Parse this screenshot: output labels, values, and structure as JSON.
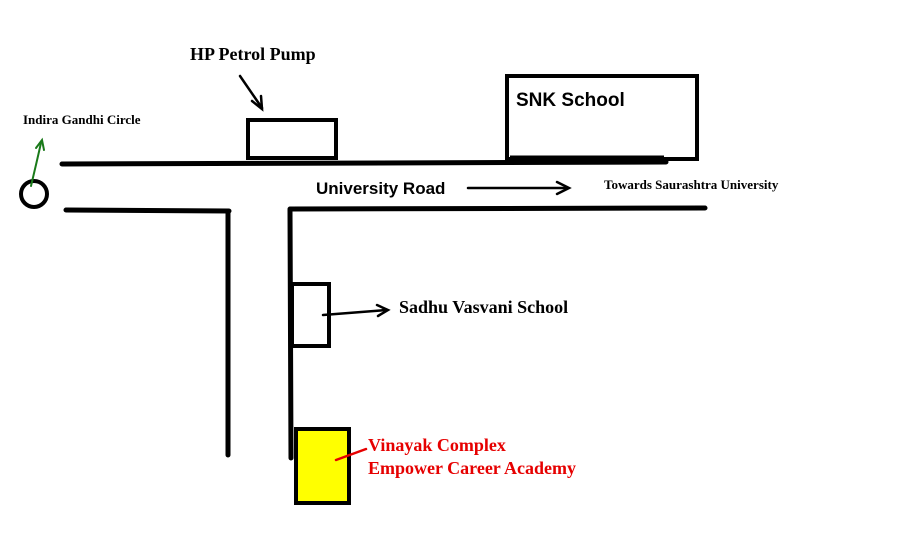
{
  "labels": {
    "hp_petrol_pump": "HP Petrol Pump",
    "snk_school": "SNK School",
    "indira_gandhi_circle": "Indira Gandhi Circle",
    "university_road": "University Road",
    "towards_saurashtra_university": "Towards Saurashtra University",
    "sadhu_vasvani_school": "Sadhu Vasvani School",
    "destination_line1": "Vinayak Complex",
    "destination_line2": "Empower Career Academy"
  },
  "colors": {
    "ink": "#000000",
    "circle_arrow": "#1a7a1a",
    "destination_text": "#e60000",
    "destination_fill": "#ffff00",
    "background": "#ffffff"
  }
}
